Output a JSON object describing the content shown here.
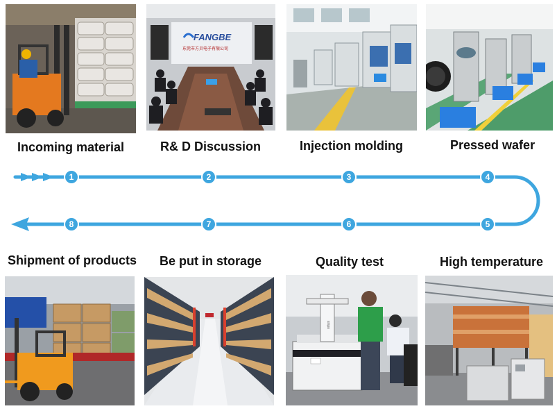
{
  "steps": [
    {
      "num": "1",
      "label": "Incoming material"
    },
    {
      "num": "2",
      "label": "R& D Discussion"
    },
    {
      "num": "3",
      "label": "Injection molding"
    },
    {
      "num": "4",
      "label": "Pressed wafer"
    },
    {
      "num": "5",
      "label": "High temperature"
    },
    {
      "num": "6",
      "label": "Quality test"
    },
    {
      "num": "7",
      "label": "Be put in storage"
    },
    {
      "num": "8",
      "label": "Shipment of products"
    }
  ],
  "signage": {
    "logo": "FANGBE",
    "company": "东莞市方贝电子有限公司",
    "machine_brand": "sinpo"
  },
  "colors": {
    "flow": "#3ea6df",
    "node": "#3ea6df",
    "forklift": "#f09a1e"
  }
}
